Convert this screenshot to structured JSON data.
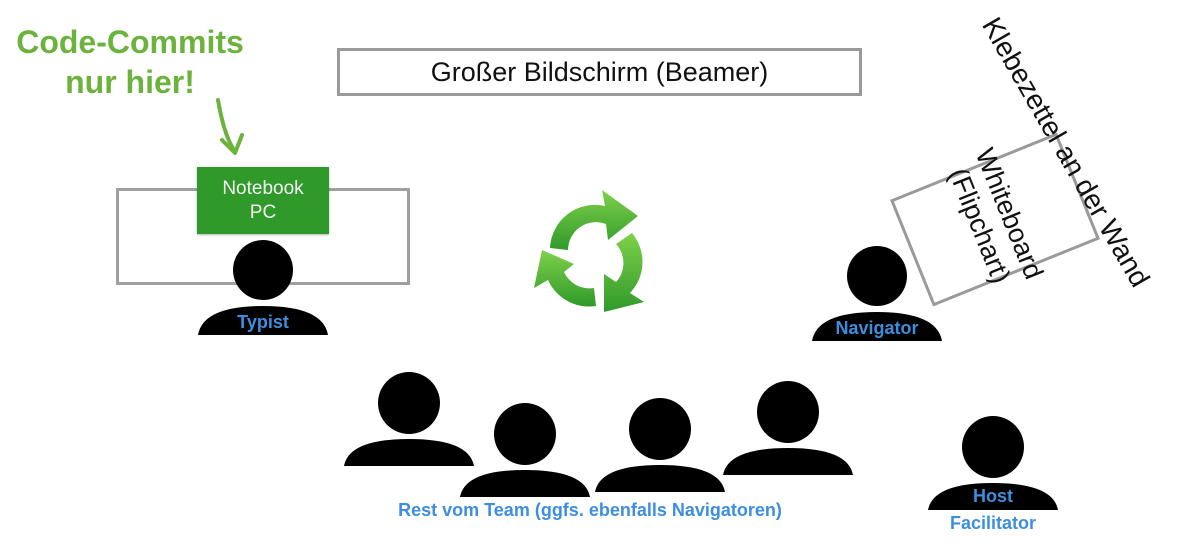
{
  "screen": {
    "label": "Großer Bildschirm (Beamer)"
  },
  "commit_note": {
    "line1": "Code-Commits",
    "line2": "nur hier!"
  },
  "notebook": {
    "line1": "Notebook",
    "line2": "PC"
  },
  "roles": {
    "typist": "Typist",
    "navigator": "Navigator",
    "host": "Host",
    "facilitator": "Facilitator",
    "team": "Rest vom Team (ggfs. ebenfalls Navigatoren)"
  },
  "whiteboard": {
    "line1": "Whiteboard",
    "line2": "(Flipchart)"
  },
  "wall": {
    "label": "Klebezettel an der Wand"
  },
  "colors": {
    "accent_green": "#6cb33e",
    "notebook_green": "#2f9a2a",
    "role_blue": "#3d8ee0",
    "person": "#000000",
    "box_gray": "#9a9a9a"
  },
  "icons": {
    "rotation": "cycle-arrows-icon",
    "person": "person-icon"
  }
}
